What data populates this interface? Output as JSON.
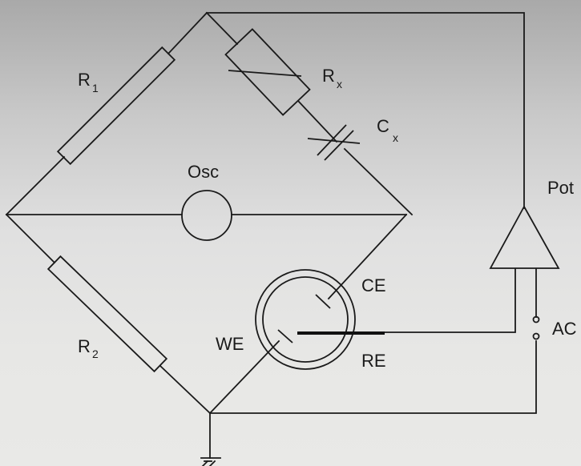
{
  "diagram": {
    "type": "circuit-schematic",
    "description": "AC impedance bridge with electrochemical cell and potentiostat",
    "components": {
      "r1": {
        "label": "R",
        "subscript": "1"
      },
      "r2": {
        "label": "R",
        "subscript": "2"
      },
      "rx": {
        "label": "R",
        "subscript": "x"
      },
      "cx": {
        "label": "C",
        "subscript": "x"
      },
      "osc": {
        "label": "Osc"
      },
      "pot": {
        "label": "Pot"
      },
      "ac": {
        "label": "AC"
      },
      "cell": {
        "ce": {
          "label": "CE"
        },
        "we": {
          "label": "WE"
        },
        "re": {
          "label": "RE"
        }
      }
    },
    "colors": {
      "line": "#1a1a1a",
      "background_top": "#a9a9a9",
      "background_bottom": "#e9e9e7"
    }
  }
}
